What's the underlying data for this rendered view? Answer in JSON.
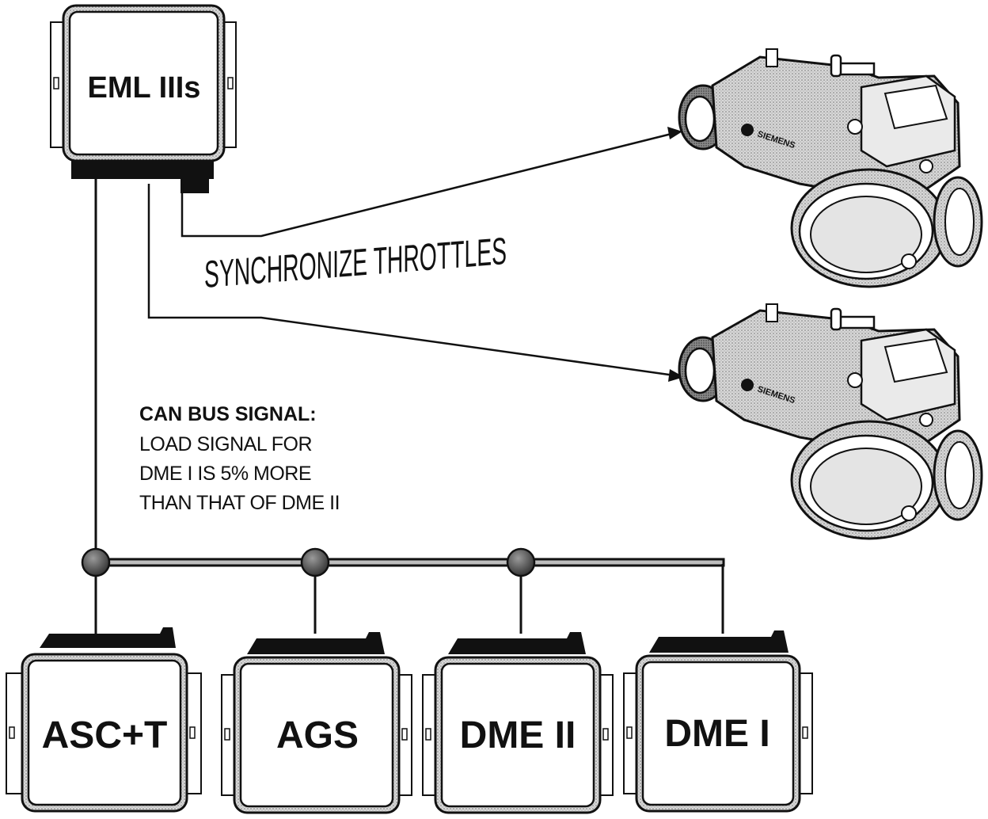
{
  "modules": {
    "eml": "EML IIIs",
    "asc": "ASC+T",
    "ags": "AGS",
    "dme2": "DME II",
    "dme1": "DME I"
  },
  "annotation": {
    "sync": "SYNCHRONIZE THROTTLES",
    "can_title": "CAN BUS SIGNAL:",
    "can_lines": [
      "LOAD SIGNAL FOR",
      "DME I IS 5% MORE",
      "THAN THAT OF DME II"
    ]
  },
  "throttle_brand": "SIEMENS"
}
